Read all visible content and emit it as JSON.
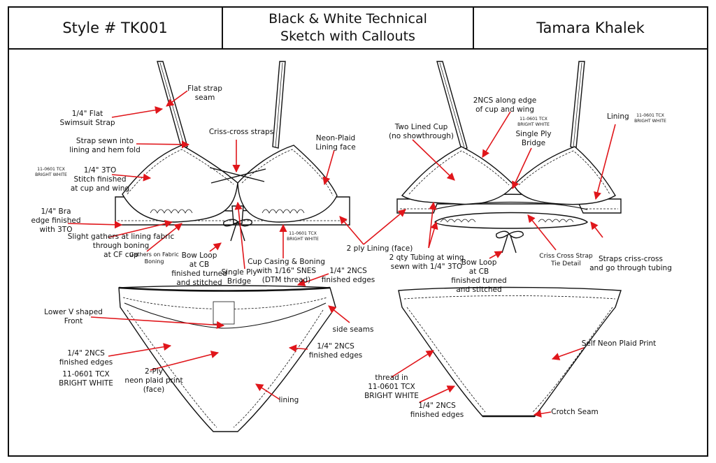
{
  "header": {
    "style_number": "Style # TK001",
    "title_line1": "Black & White Technical",
    "title_line2": "Sketch with Callouts",
    "designer": "Tamara Khalek"
  },
  "colors": {
    "callout_arrow": "#e0161b",
    "line": "#111111"
  },
  "labels": {
    "flat_strap_seam": "Flat strap\nseam",
    "flat_swimsuit_strap": "1/4\" Flat\nSwimsuit Strap",
    "criss_cross_straps": "Criss-cross straps",
    "neon_plaid_lining_face": "Neon-Plaid\nLining face",
    "strap_sewn": "Strap sewn into\nlining and hem fold",
    "color_code_a": "11-0601 TCX\nBRIGHT WHITE",
    "stitch_3to": "1/4\" 3TO\nStitch finished\nat cup and wing",
    "bra_edge": "1/4\" Bra\nedge finished\nwith 3TO",
    "slight_gathers": "Slight gathers at lining fabric\nthrough boning\nat CF cup",
    "gathers_boning": "Gathers on Fabric\nBoning",
    "bow_loop_front": "Bow Loop\nat CB\nfinished turned\nand stitched",
    "single_ply_bridge_front": "Single Ply\nBridge",
    "cup_casing": "Cup Casing & Boning\nwith 1/16\" SNES\n(DTM thread)",
    "color_code_b": "11-0601 TCX\nBRIGHT WHITE",
    "two_lined_cup": "Two Lined Cup\n(no showthrough)",
    "ncs_edge_cup": "2NCS along edge\nof cup and wing",
    "color_code_c": "11-0601 TCX\nBRIGHT WHITE",
    "single_ply_bridge_back": "Single Ply\nBridge",
    "lining": "Lining",
    "color_code_d": "11-0601 TCX\nBRIGHT WHITE",
    "two_ply_lining": "2 ply Lining (face)",
    "two_qty_tubing": "2 qty Tubing at wing\nsewn with 1/4\" 3TO",
    "bow_loop_back": "Bow Loop\nat CB\nfinished turned\nand stitched",
    "criss_cross_tie": "Criss Cross Strap\nTie Detail",
    "straps_criss_cross": "Straps criss-cross\nand go through tubing",
    "ncs_finished_top": "1/4\" 2NCS\nfinished edges",
    "lower_v_front": "Lower V shaped\nFront",
    "side_seams": "side seams",
    "ncs_finished_left": "1/4\" 2NCS\nfinished edges",
    "color_code_e": "11-0601 TCX\nBRIGHT WHITE",
    "two_ply_print": "2-Ply\nneon plaid print\n(face)",
    "ncs_finished_right": "1/4\" 2NCS\nfinished edges",
    "lining_bottom": "lining",
    "self_neon_plaid": "Self Neon Plaid Print",
    "thread_in": "thread in\n11-0601 TCX\nBRIGHT WHITE",
    "ncs_finished_back": "1/4\" 2NCS\nfinished edges",
    "crotch_seam": "Crotch Seam"
  }
}
